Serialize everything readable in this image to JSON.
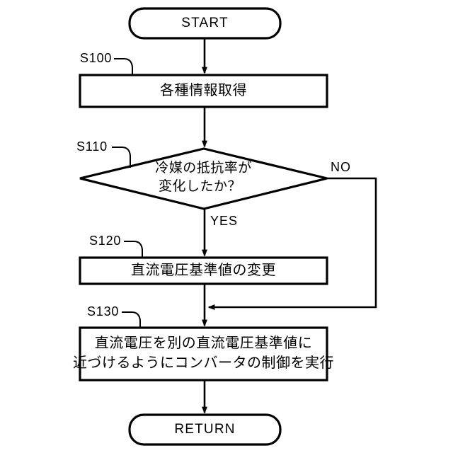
{
  "diagram": {
    "type": "flowchart",
    "orientation": "vertical",
    "stroke_color": "#000000",
    "background_color": "#ffffff",
    "nodes": [
      {
        "id": "start",
        "shape": "terminal",
        "label": "START"
      },
      {
        "id": "s100",
        "shape": "process",
        "step": "S100",
        "label": "各種情報取得"
      },
      {
        "id": "s110",
        "shape": "decision",
        "step": "S110",
        "line1": "冷媒の抵抗率が",
        "line2": "変化したか？"
      },
      {
        "id": "s120",
        "shape": "process",
        "step": "S120",
        "label": "直流電圧基準値の変更"
      },
      {
        "id": "s130",
        "shape": "process",
        "step": "S130",
        "line1": "直流電圧を別の直流電圧基準値に",
        "line2": "近づけるようにコンバータの制御を実行"
      },
      {
        "id": "return",
        "shape": "terminal",
        "label": "RETURN"
      }
    ],
    "branches": {
      "yes": "YES",
      "no": "NO"
    }
  }
}
